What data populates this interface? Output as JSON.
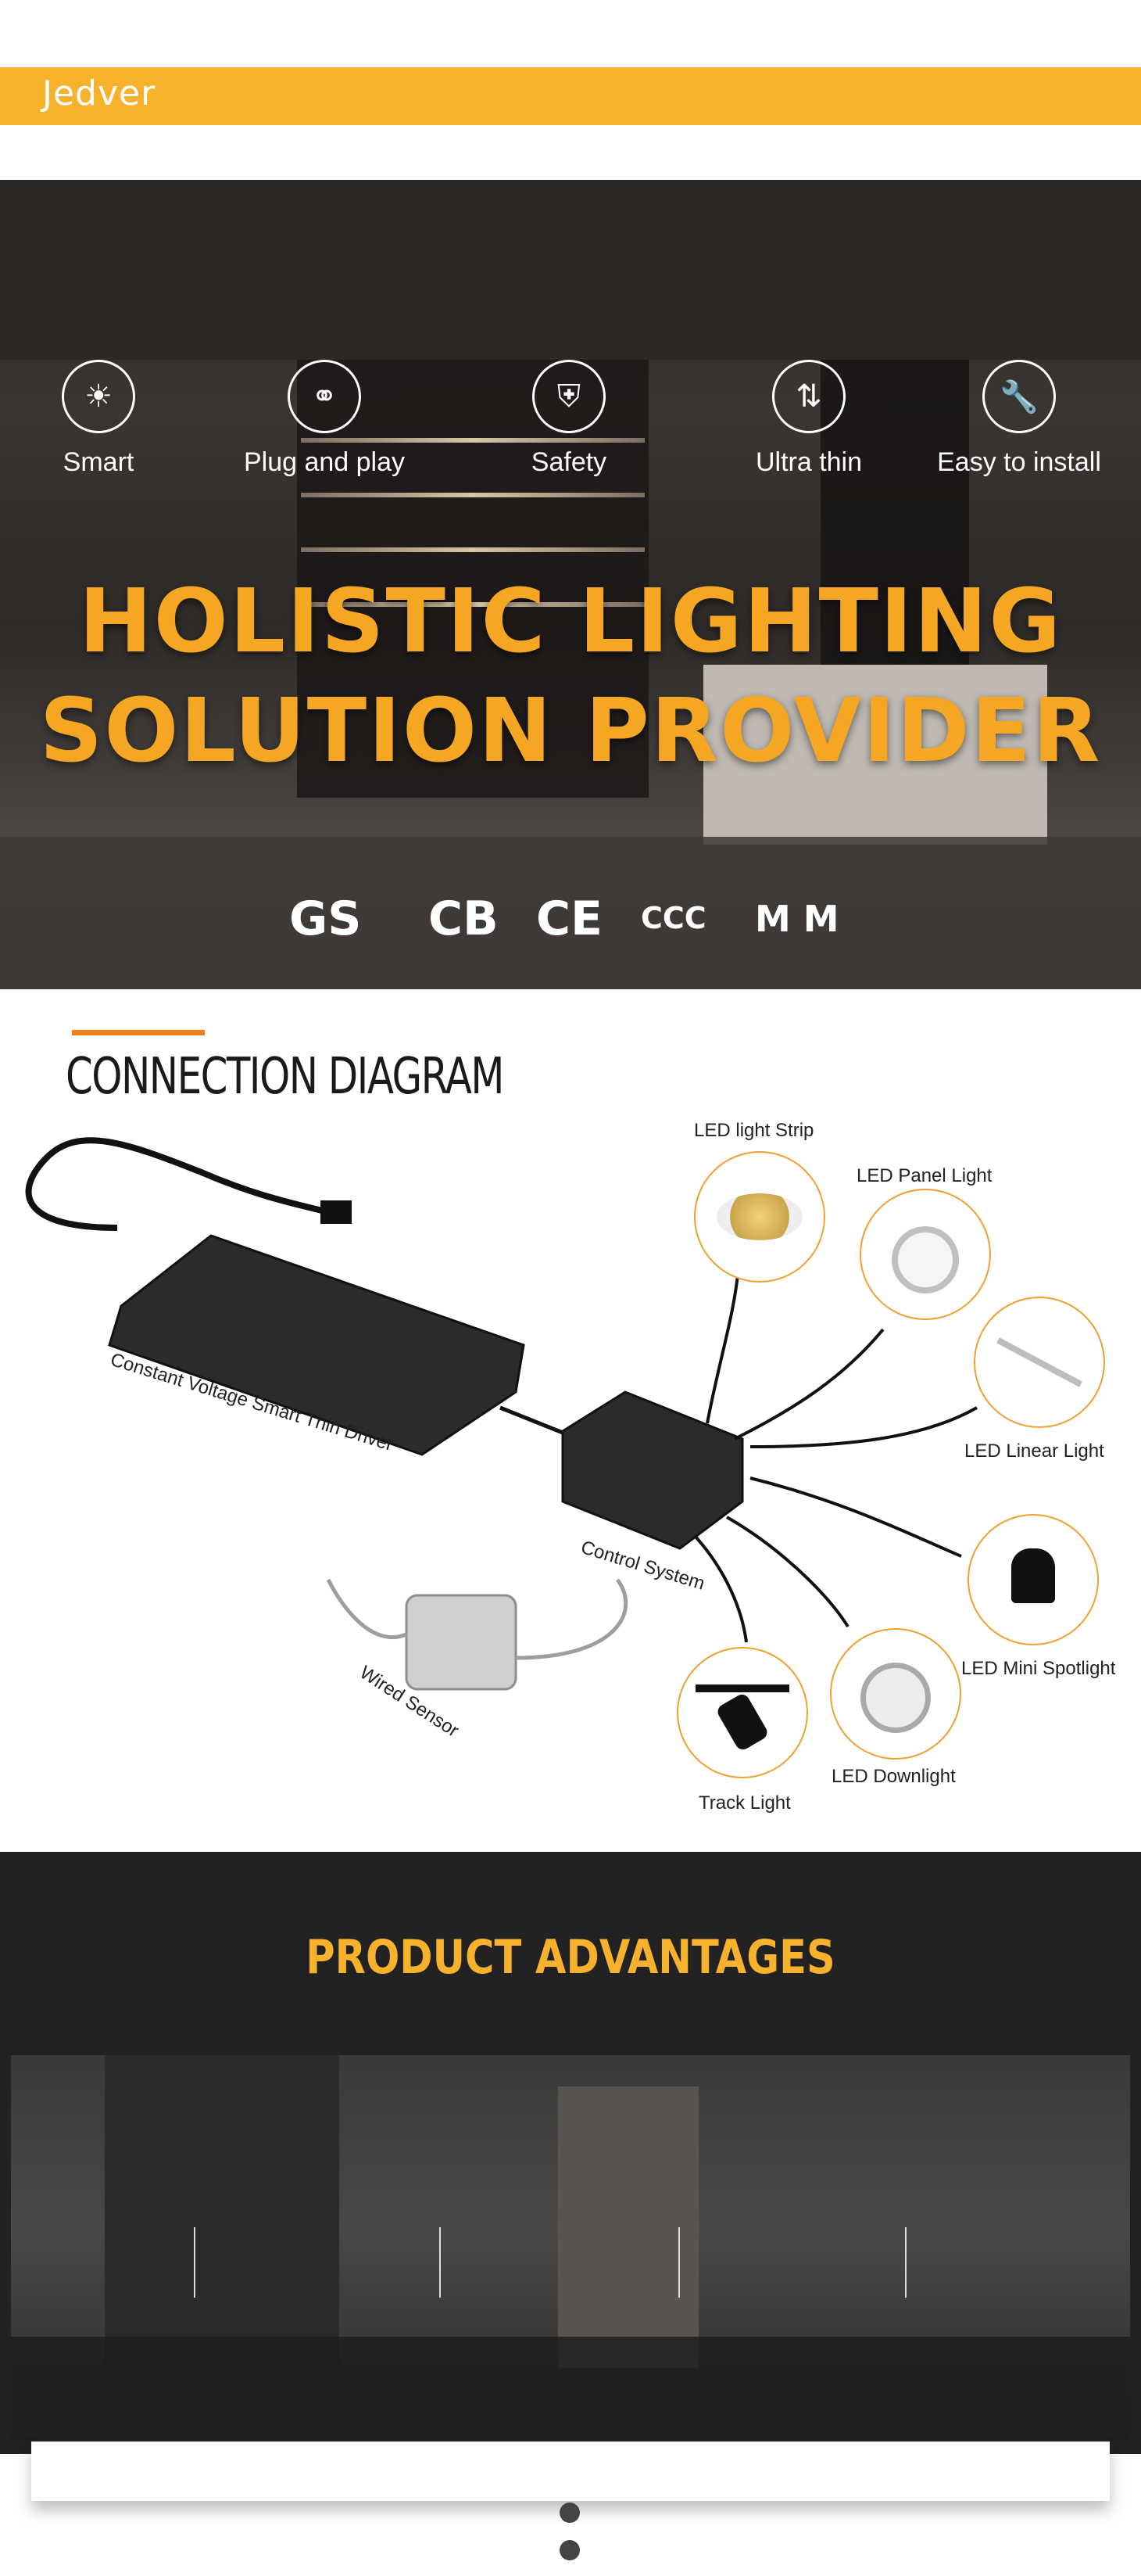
{
  "brand": {
    "name": "Jedver",
    "accent": "#f7b22d"
  },
  "hero": {
    "line1": "HOLISTIC LIGHTING",
    "line2": "SOLUTION PROVIDER",
    "certifications": [
      "GS",
      "CB",
      "CE",
      "CCC",
      "M M"
    ]
  },
  "diagram": {
    "title": "CONNECTION DIAGRAM",
    "driver_label": "Constant Voltage Smart Thin Driver",
    "control_label": "Control System",
    "sensor_label": "Wired Sensor",
    "products": [
      "LED light Strip",
      "LED Panel Light",
      "LED Linear Light",
      "LED Mini Spotlight",
      "LED Downlight",
      "Track Light"
    ]
  },
  "advantages": {
    "title": "PRODUCT ADVANTAGES",
    "items": [
      {
        "label": "Smart",
        "icon": "bulb-icon"
      },
      {
        "label": "Plug and play",
        "icon": "link-icon"
      },
      {
        "label": "Safety",
        "icon": "shield-icon"
      },
      {
        "label": "Ultra thin",
        "icon": "arrows-icon"
      },
      {
        "label": "Easy to install",
        "icon": "wrench-icon"
      }
    ]
  }
}
